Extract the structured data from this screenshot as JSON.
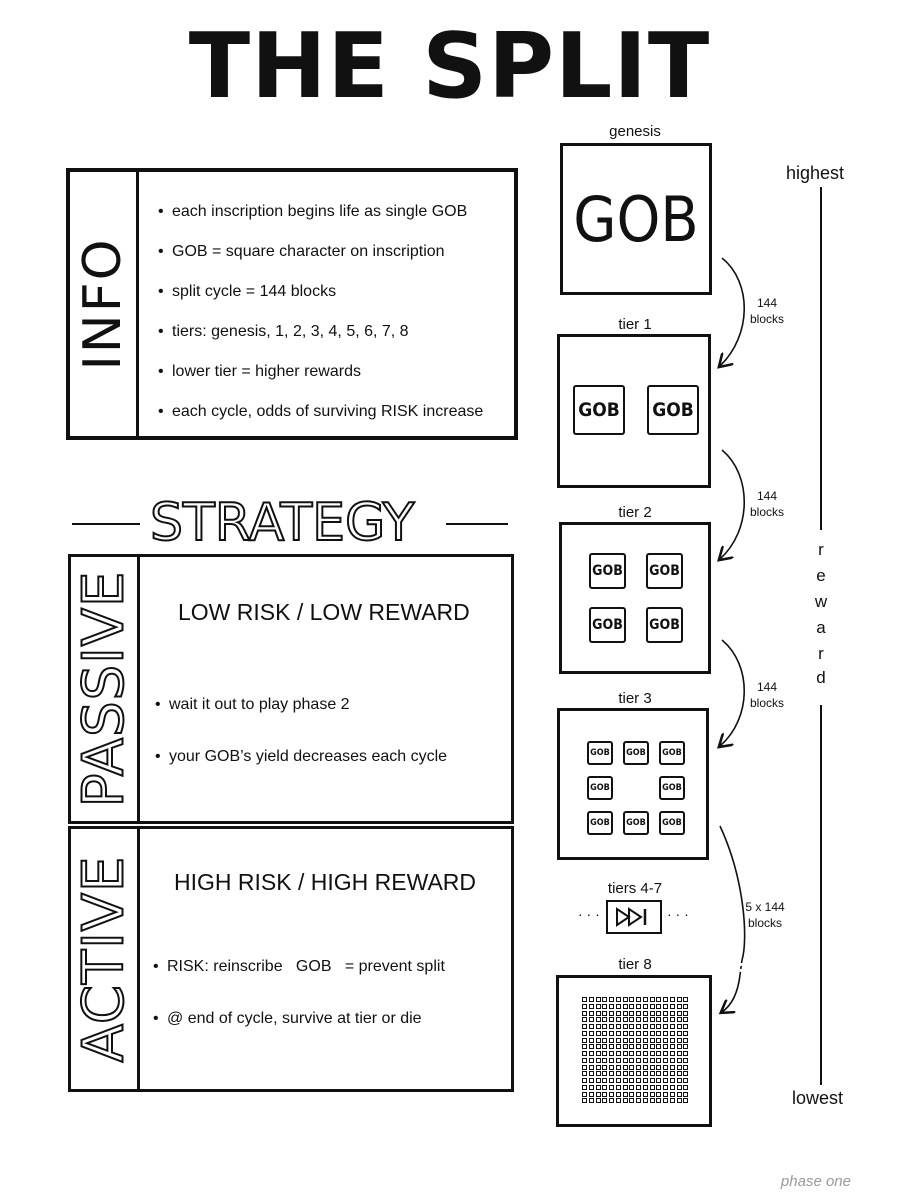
{
  "title": "THE SPLIT",
  "info": {
    "label": "INFO",
    "bullets": [
      "each inscription begins life as single GOB",
      "GOB = square character on inscription",
      "split cycle = 144 blocks",
      "tiers: genesis, 1, 2, 3, 4, 5, 6, 7, 8",
      "lower tier = higher rewards",
      "each cycle, odds of surviving RISK increase"
    ]
  },
  "strategy": {
    "title": "STRATEGY",
    "passive": {
      "label": "PASSIVE",
      "headline": "LOW RISK / LOW REWARD",
      "bullets": [
        "wait it out to play phase 2",
        "your GOB’s yield decreases each cycle"
      ]
    },
    "active": {
      "label": "ACTIVE",
      "headline": "HIGH RISK / HIGH REWARD",
      "bullets": [
        "RISK: reinscribe   GOB   = prevent split",
        "@ end of cycle, survive at tier or die"
      ]
    }
  },
  "tiers": {
    "genesis": {
      "label": "genesis",
      "gob": "GOB"
    },
    "tier1": {
      "label": "tier 1",
      "gob": "GOB"
    },
    "tier2": {
      "label": "tier 2",
      "gob": "GOB"
    },
    "tier3": {
      "label": "tier 3",
      "gob": "GOB"
    },
    "tiers4_7": {
      "label": "tiers 4-7",
      "dots": "· · ·"
    },
    "tier8": {
      "label": "tier 8"
    }
  },
  "transitions": {
    "cycle_top": "144",
    "cycle_bottom": "blocks",
    "multi_top": "5 x 144",
    "multi_bottom": "blocks"
  },
  "axis": {
    "top": "highest",
    "bottom": "lowest",
    "middle_letters": [
      "r",
      "e",
      "w",
      "a",
      "r",
      "d"
    ]
  },
  "footer": "phase one"
}
